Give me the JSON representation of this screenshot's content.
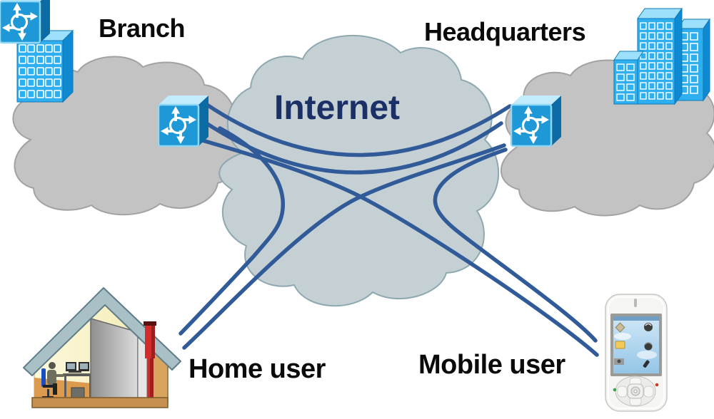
{
  "diagram": {
    "type": "network-topology",
    "labels": {
      "branch": "Branch",
      "headquarters": "Headquarters",
      "internet": "Internet",
      "home_user": "Home user",
      "mobile_user": "Mobile user"
    },
    "nodes": [
      {
        "id": "branch",
        "label": "Branch",
        "icon": "office-building"
      },
      {
        "id": "headquarters",
        "label": "Headquarters",
        "icon": "office-buildings"
      },
      {
        "id": "internet",
        "label": "Internet",
        "icon": "cloud"
      },
      {
        "id": "branch-router",
        "icon": "router"
      },
      {
        "id": "headquarters-router",
        "icon": "router"
      },
      {
        "id": "home-user",
        "label": "Home user",
        "icon": "house-with-person-at-desk"
      },
      {
        "id": "mobile-user",
        "label": "Mobile user",
        "icon": "mobile-phone"
      }
    ],
    "connections": [
      {
        "from": "branch-router",
        "to": "headquarters-router",
        "style": "double-curved-line"
      },
      {
        "from": "branch-router",
        "to": "mobile-user",
        "style": "curved-line"
      },
      {
        "from": "headquarters-router",
        "to": "home-user",
        "style": "curved-line"
      },
      {
        "from": "branch-router",
        "to": "home-user",
        "style": "hook-curved-line"
      },
      {
        "from": "headquarters-router",
        "to": "mobile-user",
        "style": "hook-curved-line"
      }
    ]
  },
  "colors": {
    "background": "#ffffff",
    "line_blue": "#315b98",
    "internet_text": "#1a3066",
    "label_text": "#0a0a0a",
    "internet_cloud_fill": "#c5d0d4",
    "internet_cloud_stroke": "#8ea8b0",
    "side_cloud_fill": "#c3c3c3",
    "side_cloud_stroke": "#a2a2a2",
    "building_front": "#2eaff0",
    "building_top": "#9ce0fb",
    "building_side": "#0e8ad2",
    "router_front": "#1f98d8",
    "router_top": "#c2ebfc",
    "router_side": "#0c6ba5",
    "house_roof": "#a9c0c6",
    "house_interior": "#fcf7d0",
    "house_floor": "#dc9a4e",
    "chimney_red": "#d42a2a"
  }
}
